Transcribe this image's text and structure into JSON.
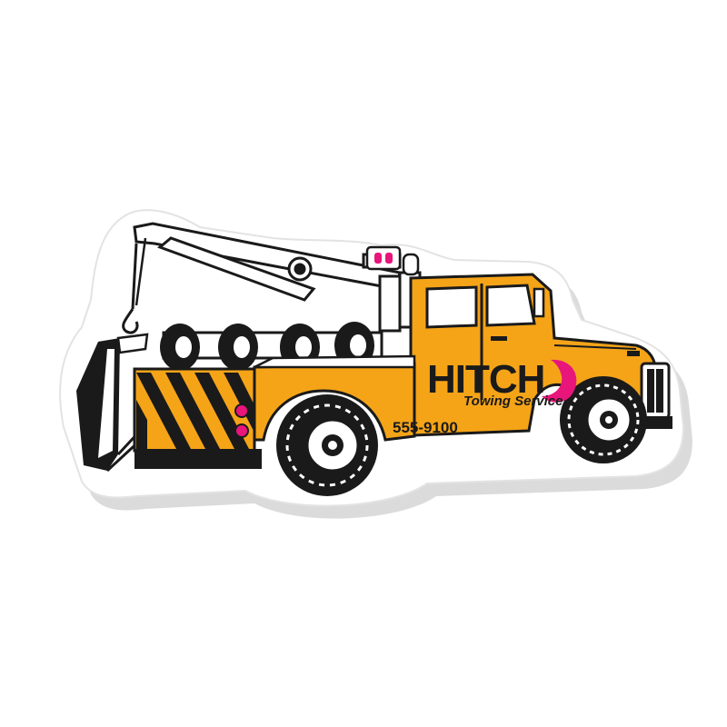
{
  "brand": {
    "name": "HITCH",
    "tagline": "Towing Service",
    "phone": "555-9100"
  },
  "colors": {
    "body": "#f5a418",
    "body_dark": "#d9860a",
    "ink": "#1a1a1a",
    "accent": "#e8157b",
    "magnet_bg": "#ffffff",
    "shadow": "#bdbdbd"
  },
  "icons": {
    "logo_mark": "crescent-hook-icon",
    "subject": "tow-truck-icon"
  }
}
